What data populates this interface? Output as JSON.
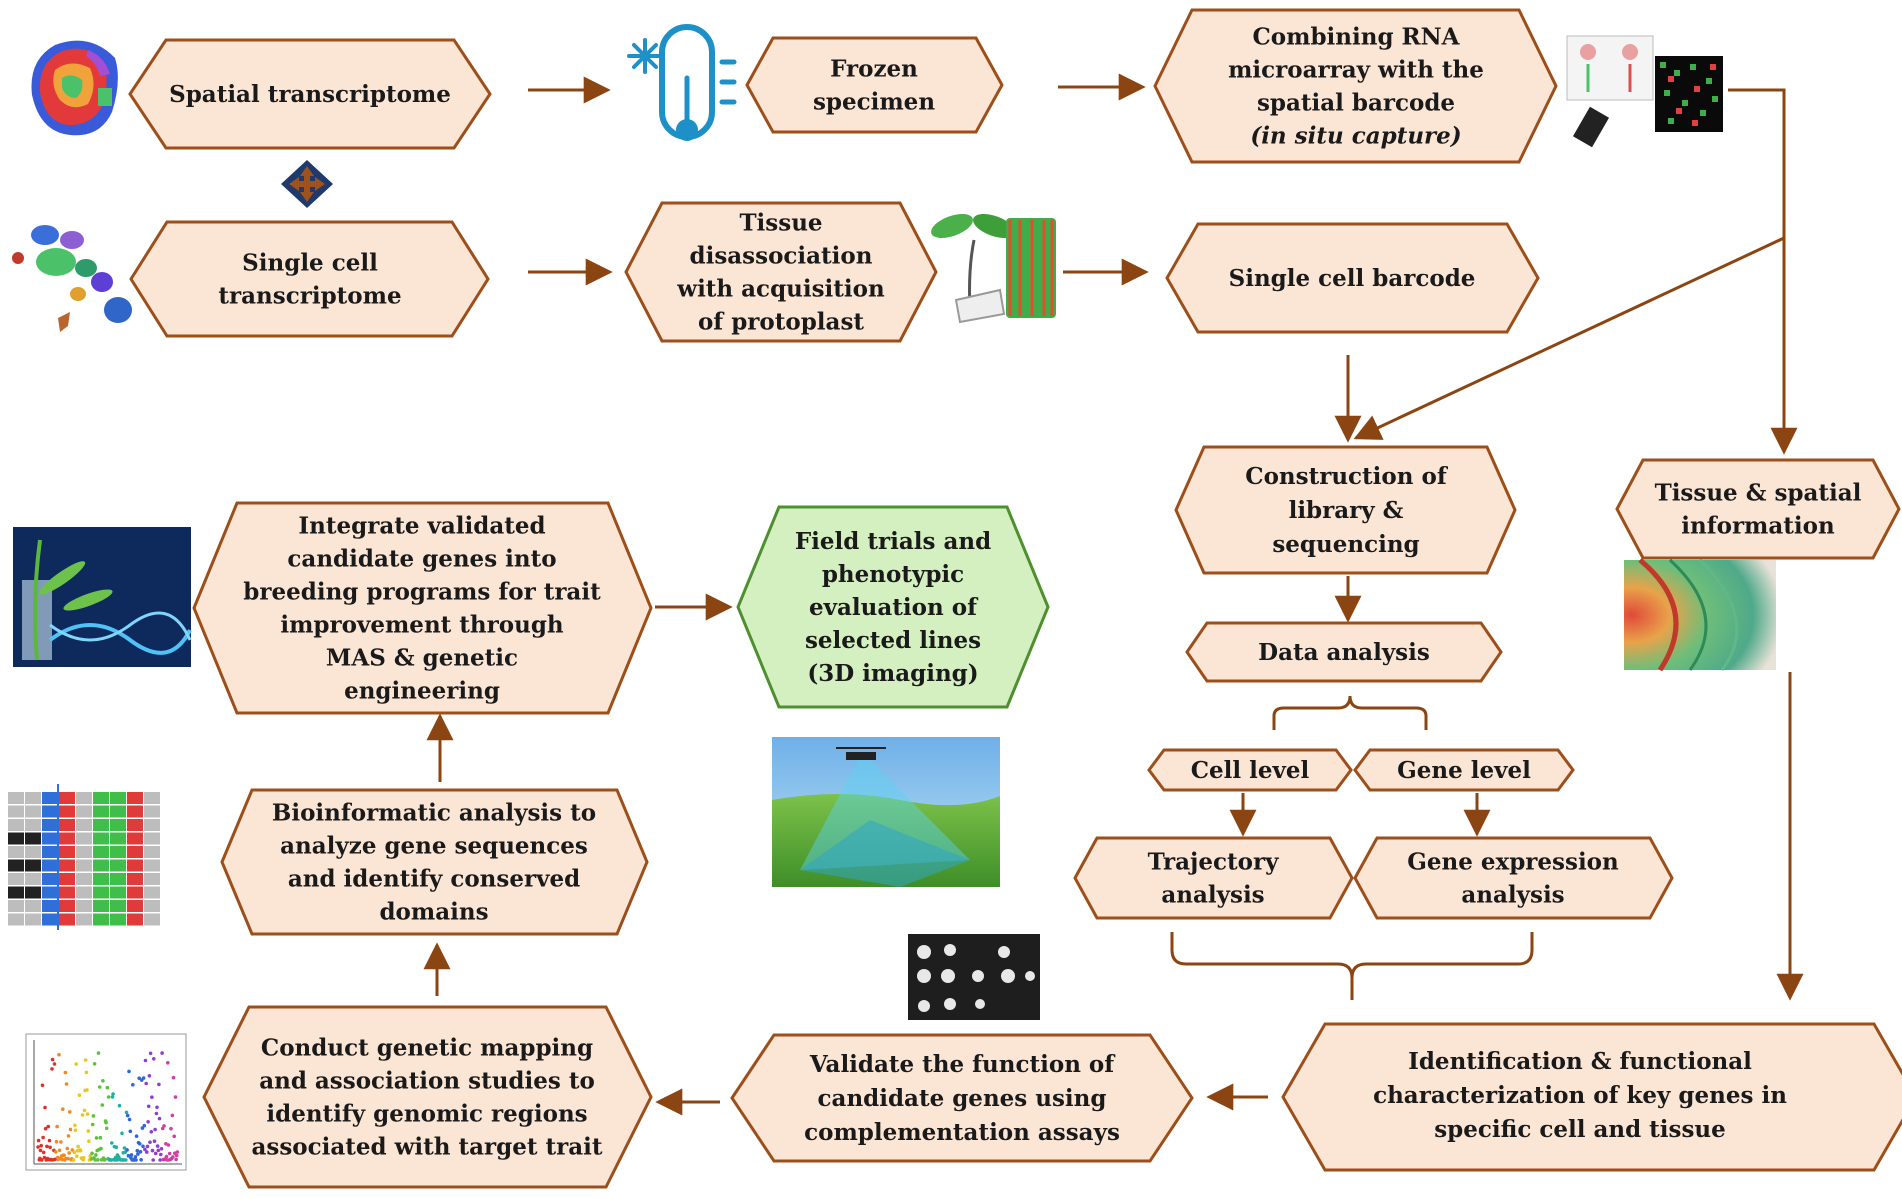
{
  "colors": {
    "arrow": "#8B4513",
    "node_fill": "#FBE6D6",
    "node_stroke": "#9C4F1A",
    "highlight_fill": "#D4F0C0",
    "highlight_stroke": "#4E8F2F"
  },
  "nodes": {
    "spatial": {
      "lines": [
        "Spatial transcriptome"
      ]
    },
    "single_cell": {
      "lines": [
        "Single cell",
        "transcriptome"
      ]
    },
    "frozen": {
      "lines": [
        "Frozen",
        "specimen"
      ]
    },
    "tissue_dissoc": {
      "lines": [
        "Tissue",
        "disassociation",
        "with acquisition",
        "of protoplast"
      ]
    },
    "combining": {
      "lines": [
        "Combining RNA",
        "microarray with the",
        "spatial barcode",
        "(in situ capture)"
      ]
    },
    "single_barcode": {
      "lines": [
        "Single cell barcode"
      ]
    },
    "construction": {
      "lines": [
        "Construction of",
        "library &",
        "sequencing"
      ]
    },
    "tissue_spatial": {
      "lines": [
        "Tissue & spatial",
        "information"
      ]
    },
    "data_analysis": {
      "lines": [
        "Data analysis"
      ]
    },
    "cell_level": {
      "lines": [
        "Cell level"
      ]
    },
    "gene_level": {
      "lines": [
        "Gene level"
      ]
    },
    "trajectory": {
      "lines": [
        "Trajectory",
        "analysis"
      ]
    },
    "gene_expression": {
      "lines": [
        "Gene expression",
        "analysis"
      ]
    },
    "identification": {
      "lines": [
        "Identification & functional",
        "characterization of key genes in",
        "specific cell and tissue"
      ]
    },
    "validate": {
      "lines": [
        "Validate the function of",
        "candidate genes using",
        "complementation assays"
      ]
    },
    "genetic_mapping": {
      "lines": [
        "Conduct genetic mapping",
        "and association studies to",
        "identify genomic regions",
        "associated with target trait"
      ]
    },
    "bioinformatic": {
      "lines": [
        "Bioinformatic analysis to",
        "analyze gene sequences",
        "and identify conserved",
        "domains"
      ]
    },
    "integrate": {
      "lines": [
        "Integrate validated",
        "candidate genes into",
        "breeding programs for trait",
        "improvement through",
        "MAS & genetic",
        "engineering"
      ]
    },
    "field_trials": {
      "lines": [
        "Field trials and",
        "phenotypic",
        "evaluation of",
        "selected lines",
        "(3D imaging)"
      ]
    }
  },
  "icons": {
    "brain_slice": "spatial-tissue-map-icon",
    "cell_cluster": "single-cell-cluster-icon",
    "thermometer": "frozen-thermometer-icon",
    "plant_tissue": "seedling-tissue-icon",
    "microarray": "microarray-chip-icon",
    "tissue_image": "tissue-section-image",
    "plant_dna": "plant-dna-image",
    "drone_field": "drone-field-image",
    "sequence_alignment": "sequence-alignment-image",
    "complementation_plate": "complementation-plate-image",
    "manhattan_plot": "manhattan-plot-image",
    "bidirectional_arrow": "four-way-arrow-icon"
  }
}
